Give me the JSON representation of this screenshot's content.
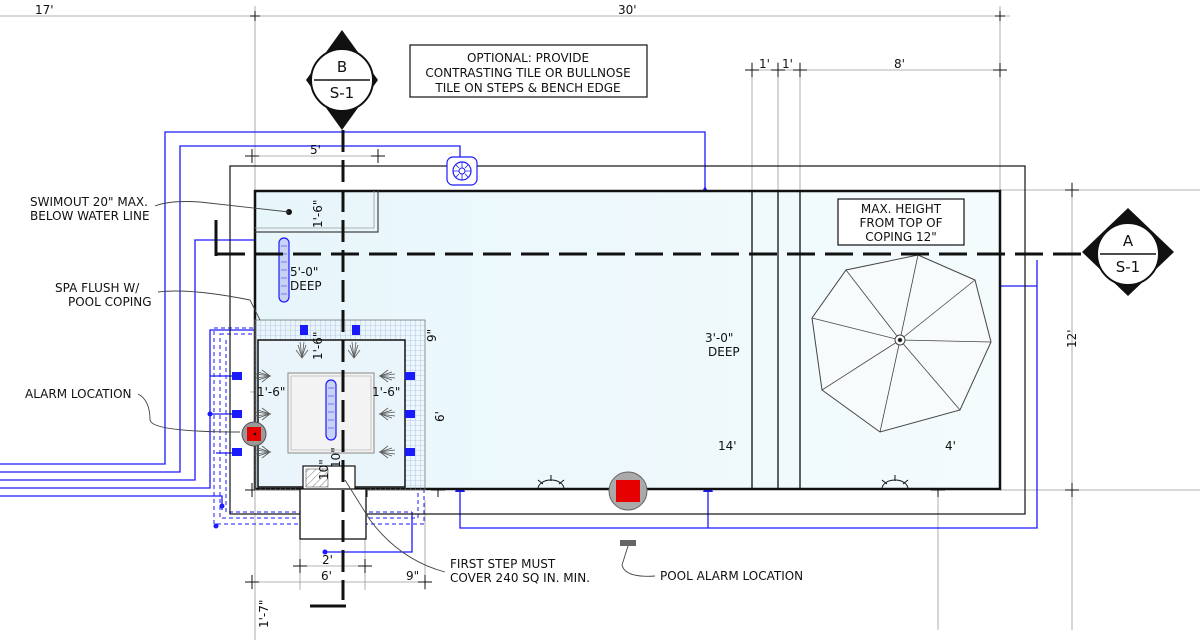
{
  "dimensions": {
    "d17": "17'",
    "d30": "30'",
    "d1a": "1'",
    "d1b": "1'",
    "d8": "8'",
    "d5": "5'",
    "swim_1_6": "1'-6\"",
    "spa_9": "9\"",
    "spa_1_6_top": "1'-6\"",
    "spa_1_6_left": "1'-6\"",
    "spa_1_6_right": "1'-6\"",
    "spa_6_side": "6'",
    "d12": "12'",
    "d14": "14'",
    "d4": "4'",
    "step_10a": "10\"",
    "step_10b": "10\"",
    "d2": "2'",
    "d6": "6'",
    "d9": "9\"",
    "d1_7": "1'-7\""
  },
  "notes": {
    "optional_tile": [
      "OPTIONAL: PROVIDE",
      "CONTRASTING TILE OR BULLNOSE",
      "TILE ON STEPS & BENCH EDGE"
    ],
    "max_height": [
      "MAX. HEIGHT",
      "FROM TOP OF",
      "COPING 12\""
    ],
    "swimout": [
      "SWIMOUT 20\" MAX.",
      "BELOW WATER LINE"
    ],
    "spa_flush": [
      "SPA FLUSH W/",
      "POOL COPING"
    ],
    "alarm_location": "ALARM LOCATION",
    "first_step": [
      "FIRST STEP MUST",
      "COVER 240 SQ IN. MIN."
    ],
    "pool_alarm": "POOL ALARM LOCATION",
    "depth_5": [
      "5'-0\"",
      "DEEP"
    ],
    "depth_3": [
      "3'-0\"",
      "DEEP"
    ]
  },
  "section_tags": {
    "b": {
      "letter": "B",
      "sheet": "S-1"
    },
    "a": {
      "letter": "A",
      "sheet": "S-1"
    }
  },
  "colors": {
    "line": "#111111",
    "plumbing": "#1a1aff",
    "water": "#eef8fb",
    "alarm": "#e60000",
    "spa_grid": "#9aa4d8"
  }
}
